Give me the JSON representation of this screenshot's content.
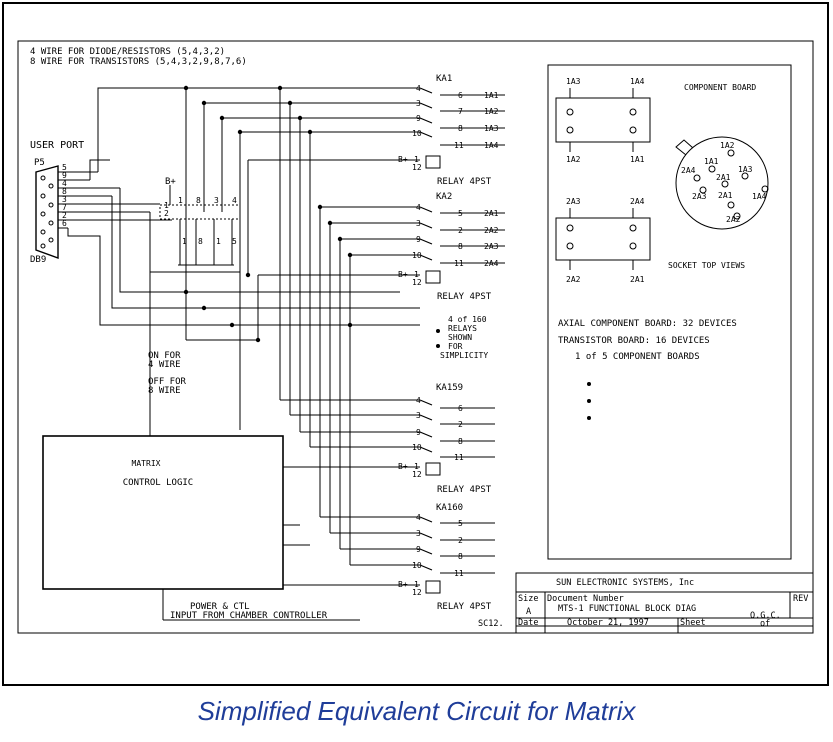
{
  "header": {
    "line1": "4 WIRE FOR DIODE/RESISTORS  (5,4,3,2)",
    "line2": "8 WIRE FOR TRANSISTORS   (5,4,3,2,9,8,7,6)"
  },
  "user_port": {
    "title": "USER PORT",
    "p_label": "P5",
    "connector": "DB9",
    "pins": [
      "5",
      "9",
      "4",
      "8",
      "3",
      "7",
      "2",
      "6"
    ]
  },
  "bplus": {
    "label": "B+",
    "top_pins": [
      "1",
      "8",
      "3",
      "4"
    ],
    "left_pins": [
      "1",
      "2"
    ],
    "bottom_pins": [
      "1",
      "8",
      "1",
      "5"
    ]
  },
  "relays": [
    {
      "name": "KA1",
      "label": "RELAY 4PST",
      "pins": [
        "4",
        "3",
        "9",
        "10"
      ],
      "contacts": [
        "6",
        "7",
        "8",
        "11"
      ],
      "outputs": [
        "1A1",
        "1A2",
        "1A3",
        "1A4"
      ]
    },
    {
      "name": "KA2",
      "label": "RELAY 4PST",
      "pins": [
        "4",
        "3",
        "9",
        "10"
      ],
      "contacts": [
        "5",
        "2",
        "8",
        "11"
      ],
      "outputs": [
        "2A1",
        "2A2",
        "2A3",
        "2A4"
      ]
    },
    {
      "name": "KA159",
      "label": "RELAY 4PST",
      "pins": [
        "4",
        "3",
        "9",
        "10"
      ],
      "contacts": [
        "6",
        "2",
        "8",
        "11"
      ],
      "outputs": []
    },
    {
      "name": "KA160",
      "label": "RELAY 4PST",
      "pins": [
        "4",
        "3",
        "9",
        "10"
      ],
      "contacts": [
        "5",
        "2",
        "8",
        "11"
      ],
      "outputs": []
    }
  ],
  "coil_label": "B+",
  "coil_pins": [
    "1",
    "12"
  ],
  "relays_note": [
    "4 of 160",
    "RELAYS",
    "SHOWN",
    "FOR",
    "SIMPLICITY"
  ],
  "on_for": [
    "ON FOR",
    "4 WIRE"
  ],
  "off_for": [
    "OFF FOR",
    "8 WIRE"
  ],
  "matrix": {
    "title": "MATRIX",
    "subtitle": "CONTROL LOGIC"
  },
  "power_note": [
    "POWER & CTL",
    "INPUT FROM CHAMBER CONTROLLER"
  ],
  "component_board": {
    "title": "COMPONENT BOARD",
    "socket_title": "SOCKET TOP VIEWS",
    "socket1": {
      "top": [
        "1A3",
        "1A4"
      ],
      "bottom": [
        "1A2",
        "1A1"
      ]
    },
    "socket2": {
      "top": [
        "2A3",
        "2A4"
      ],
      "bottom": [
        "2A2",
        "2A1"
      ]
    },
    "socket_pins": [
      "1A2",
      "1A1",
      "2A4",
      "1A3",
      "2A1",
      "1A4",
      "2A3",
      "2A1",
      "2A2"
    ],
    "notes": [
      "AXIAL COMPONENT BOARD: 32 DEVICES",
      "TRANSISTOR BOARD: 16 DEVICES",
      "1 of 5 COMPONENT BOARDS"
    ]
  },
  "title_block": {
    "company": "SUN ELECTRONIC SYSTEMS, Inc",
    "size_label": "Size",
    "size_value": "A",
    "docnum_label": "Document Number",
    "docnum_value": "MTS-1 FUNCTIONAL BLOCK DIAG",
    "rev_label": "REV",
    "rev_value": "O.G.C.",
    "date_label": "Date",
    "date_value": "October 21, 1997",
    "sheet_label": "Sheet",
    "sheet_value": "of"
  },
  "sheet_ref": "SC12.",
  "caption": "Simplified Equivalent Circuit for Matrix"
}
